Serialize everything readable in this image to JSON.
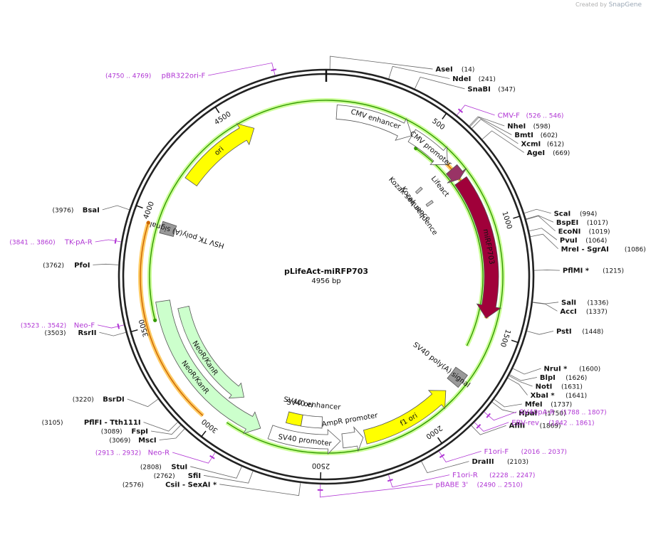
{
  "credit": {
    "prefix": "Created by",
    "brand": "SnapGene"
  },
  "plasmid": {
    "name": "pLifeAct-miRFP703",
    "size_label": "4956 bp",
    "length": 4956
  },
  "ticks": [
    {
      "pos": 500,
      "label": "500"
    },
    {
      "pos": 1000,
      "label": "1000"
    },
    {
      "pos": 1500,
      "label": "1500"
    },
    {
      "pos": 2000,
      "label": "2000"
    },
    {
      "pos": 2500,
      "label": "2500"
    },
    {
      "pos": 3000,
      "label": "3000"
    },
    {
      "pos": 3500,
      "label": "3500"
    },
    {
      "pos": 4000,
      "label": "4000"
    },
    {
      "pos": 4500,
      "label": "4500"
    }
  ],
  "sites": [
    {
      "name": "AseI",
      "pos_label": "(14)",
      "pos": 14,
      "side": "right"
    },
    {
      "name": "NdeI",
      "pos_label": "(241)",
      "pos": 241,
      "side": "right"
    },
    {
      "name": "SnaBI",
      "pos_label": "(347)",
      "pos": 347,
      "side": "right"
    },
    {
      "name": "NheI",
      "pos_label": "(598)",
      "pos": 598,
      "side": "right"
    },
    {
      "name": "BmtI",
      "pos_label": "(602)",
      "pos": 602,
      "side": "right"
    },
    {
      "name": "XcmI",
      "pos_label": "(612)",
      "pos": 612,
      "side": "right"
    },
    {
      "name": "AgeI",
      "pos_label": "(669)",
      "pos": 669,
      "side": "right"
    },
    {
      "name": "ScaI",
      "pos_label": "(994)",
      "pos": 994,
      "side": "right"
    },
    {
      "name": "BspEI",
      "pos_label": "(1017)",
      "pos": 1017,
      "side": "right"
    },
    {
      "name": "EcoNI",
      "pos_label": "(1019)",
      "pos": 1019,
      "side": "right"
    },
    {
      "name": "PvuI",
      "pos_label": "(1064)",
      "pos": 1064,
      "side": "right"
    },
    {
      "name": "MreI - SgrAI",
      "pos_label": "(1086)",
      "pos": 1086,
      "side": "right"
    },
    {
      "name": "PflMI *",
      "pos_label": "(1215)",
      "pos": 1215,
      "side": "right"
    },
    {
      "name": "SalI",
      "pos_label": "(1336)",
      "pos": 1336,
      "side": "right"
    },
    {
      "name": "AccI",
      "pos_label": "(1337)",
      "pos": 1337,
      "side": "right"
    },
    {
      "name": "PstI",
      "pos_label": "(1448)",
      "pos": 1448,
      "side": "right"
    },
    {
      "name": "NruI *",
      "pos_label": "(1600)",
      "pos": 1600,
      "side": "right"
    },
    {
      "name": "BlpI",
      "pos_label": "(1626)",
      "pos": 1626,
      "side": "right"
    },
    {
      "name": "NotI",
      "pos_label": "(1631)",
      "pos": 1631,
      "side": "right"
    },
    {
      "name": "XbaI *",
      "pos_label": "(1641)",
      "pos": 1641,
      "side": "right"
    },
    {
      "name": "MfeI",
      "pos_label": "(1737)",
      "pos": 1737,
      "side": "right"
    },
    {
      "name": "HpaI",
      "pos_label": "(1750)",
      "pos": 1750,
      "side": "right"
    },
    {
      "name": "AflII",
      "pos_label": "(1869)",
      "pos": 1869,
      "side": "right"
    },
    {
      "name": "DraIII",
      "pos_label": "(2103)",
      "pos": 2103,
      "side": "right"
    },
    {
      "name": "CsiI - SexAI *",
      "pos_label": "(2576)",
      "pos": 2576,
      "side": "left"
    },
    {
      "name": "SfiI",
      "pos_label": "(2762)",
      "pos": 2762,
      "side": "left"
    },
    {
      "name": "StuI",
      "pos_label": "(2808)",
      "pos": 2808,
      "side": "left"
    },
    {
      "name": "MscI",
      "pos_label": "(3069)",
      "pos": 3069,
      "side": "left"
    },
    {
      "name": "FspI",
      "pos_label": "(3089)",
      "pos": 3089,
      "side": "left"
    },
    {
      "name": "PflFI - Tth111I",
      "pos_label": "(3105)",
      "pos": 3105,
      "side": "left"
    },
    {
      "name": "BsrDI",
      "pos_label": "(3220)",
      "pos": 3220,
      "side": "left"
    },
    {
      "name": "RsrII",
      "pos_label": "(3503)",
      "pos": 3503,
      "side": "left"
    },
    {
      "name": "PfoI",
      "pos_label": "(3762)",
      "pos": 3762,
      "side": "left"
    },
    {
      "name": "BsaI",
      "pos_label": "(3976)",
      "pos": 3976,
      "side": "left"
    }
  ],
  "primers": [
    {
      "name": "pBR322ori-F",
      "range": "(4750 .. 4769)",
      "pos": 4760,
      "side": "left"
    },
    {
      "name": "CMV-F",
      "range": "(526 .. 546)",
      "pos": 536,
      "side": "right"
    },
    {
      "name": "SV40pA-R",
      "range": "(1788 .. 1807)",
      "pos": 1798,
      "side": "right"
    },
    {
      "name": "EBV-rev",
      "range": "(1842 .. 1861)",
      "pos": 1852,
      "side": "right"
    },
    {
      "name": "F1ori-F",
      "range": "(2016 .. 2037)",
      "pos": 2026,
      "side": "right"
    },
    {
      "name": "F1ori-R",
      "range": "(2228 .. 2247)",
      "pos": 2238,
      "side": "right"
    },
    {
      "name": "pBABE 3'",
      "range": "(2490 .. 2510)",
      "pos": 2500,
      "side": "right"
    },
    {
      "name": "Neo-R",
      "range": "(2913 .. 2932)",
      "pos": 2922,
      "side": "left"
    },
    {
      "name": "Neo-F",
      "range": "(3523 .. 3542)",
      "pos": 3532,
      "side": "left"
    },
    {
      "name": "TK-pA-R",
      "range": "(3841 .. 3860)",
      "pos": 3850,
      "side": "left"
    }
  ],
  "features": [
    {
      "name": "ori",
      "start": 4200,
      "end": 4600,
      "dir": 1,
      "color": "#ffff00",
      "ring": "inner"
    },
    {
      "name": "CMV enhancer",
      "start": 50,
      "end": 430,
      "dir": 1,
      "color": "#ffffff",
      "ring": "inner"
    },
    {
      "name": "CMV promoter",
      "start": 430,
      "end": 650,
      "dir": 1,
      "color": "#ffffff",
      "ring": "inner"
    },
    {
      "name": "Lifeact",
      "start": 680,
      "end": 740,
      "dir": 1,
      "color": "#993366",
      "ring": "inner"
    },
    {
      "name": "miRFP703",
      "start": 750,
      "end": 1440,
      "dir": 1,
      "color": "#a0003a",
      "ring": "inner"
    },
    {
      "name": "SV40 poly(A) signal",
      "start": 1720,
      "end": 1790,
      "dir": 0,
      "color": "#999999",
      "ring": "inner"
    },
    {
      "name": "f1 ori",
      "start": 1840,
      "end": 2290,
      "dir": -1,
      "color": "#ffff00",
      "ring": "inner"
    },
    {
      "name": "AmpR promoter",
      "start": 2300,
      "end": 2400,
      "dir": -1,
      "color": "#ffffff",
      "ring": "inner"
    },
    {
      "name": "SV40 promoter",
      "start": 2410,
      "end": 2750,
      "dir": -1,
      "color": "#ffffff",
      "ring": "inner"
    },
    {
      "name": "SV40 ori",
      "start": 2610,
      "end": 2690,
      "dir": 0,
      "color": "#ffff00",
      "ring": "inner2"
    },
    {
      "name": "SV40 enhancer",
      "start": 2500,
      "end": 2610,
      "dir": 0,
      "color": "#ffffff",
      "ring": "inner2"
    },
    {
      "name": "NeoR/KanR",
      "start": 2800,
      "end": 3600,
      "dir": -1,
      "color": "#ccffcc",
      "ring": "inner"
    },
    {
      "name": "NeoR/KanR",
      "start": 2950,
      "end": 3550,
      "dir": -1,
      "color": "#ccffcc",
      "ring": "inner2"
    },
    {
      "name": "HSV TK poly(A) signal",
      "start": 3920,
      "end": 3975,
      "dir": 0,
      "color": "#999999",
      "ring": "inner"
    },
    {
      "name": "Kozak sequence",
      "start": 640,
      "end": 655,
      "dir": 0,
      "color": "#cccccc",
      "ring": "inner3"
    },
    {
      "name": "Kozak sequence",
      "start": 745,
      "end": 760,
      "dir": 0,
      "color": "#cccccc",
      "ring": "inner3"
    }
  ],
  "orf_arcs": [
    {
      "start": 1440,
      "end": 640,
      "dir": -1,
      "color": "#ffcc66",
      "line": "#cc6600",
      "r": 232
    },
    {
      "start": 1600,
      "end": 480,
      "dir": -1,
      "color": "#ccff99",
      "line": "#339900",
      "r": 220
    },
    {
      "start": 2950,
      "end": 3520,
      "dir": -1,
      "color": "#ccff99",
      "line": "#339900",
      "r": 248
    },
    {
      "start": 3050,
      "end": 3950,
      "dir": 1,
      "color": "#ffcc66",
      "line": "#cc6600",
      "r": 261
    }
  ],
  "colors": {
    "backbone": "#222222",
    "primer": "#b035d4",
    "site_line": "#666666"
  }
}
